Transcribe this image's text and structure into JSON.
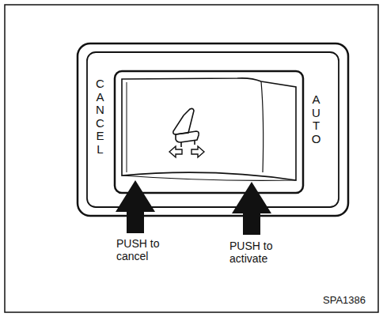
{
  "diagram": {
    "labels": [
      "CANCEL",
      "AUTO",
      "PUSH to cancel",
      "PUSH to activate",
      "SPA1386"
    ]
  }
}
